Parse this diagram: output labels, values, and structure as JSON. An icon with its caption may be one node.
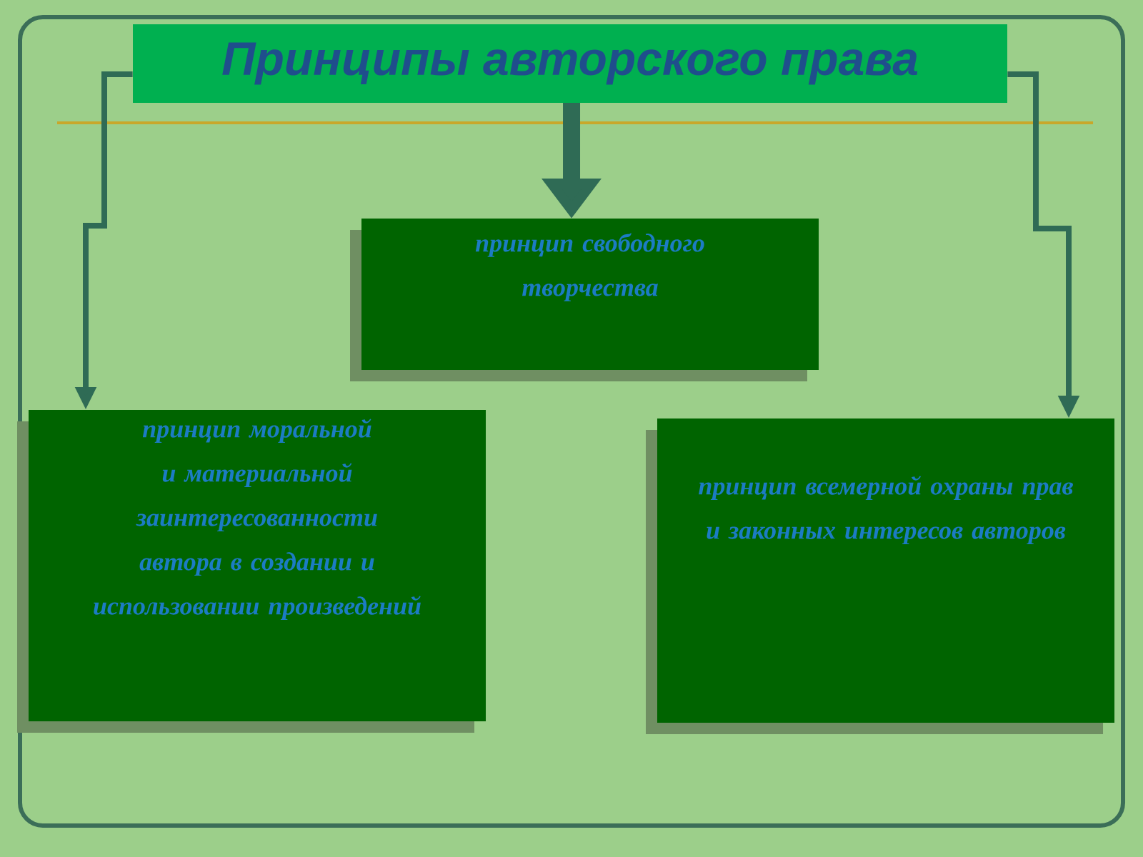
{
  "diagram": {
    "nodes": [
      {
        "text": [
          "Принципы авторского права"
        ]
      },
      {
        "text": [
          "принцип свободного творчества"
        ]
      },
      {
        "text": [
          "принцип моральной и материальной заинтересованности автора в создании и использовании произведений"
        ]
      },
      {
        "text": [
          "принцип всемерной охраны прав и законных интересов авторов"
        ]
      }
    ],
    "edges": [
      {
        "from": 0,
        "to": 2,
        "arrow": "to"
      },
      {
        "from": 0,
        "to": 1,
        "arrow": "to",
        "style": "thick"
      },
      {
        "from": 0,
        "to": 3,
        "arrow": "to"
      }
    ]
  }
}
